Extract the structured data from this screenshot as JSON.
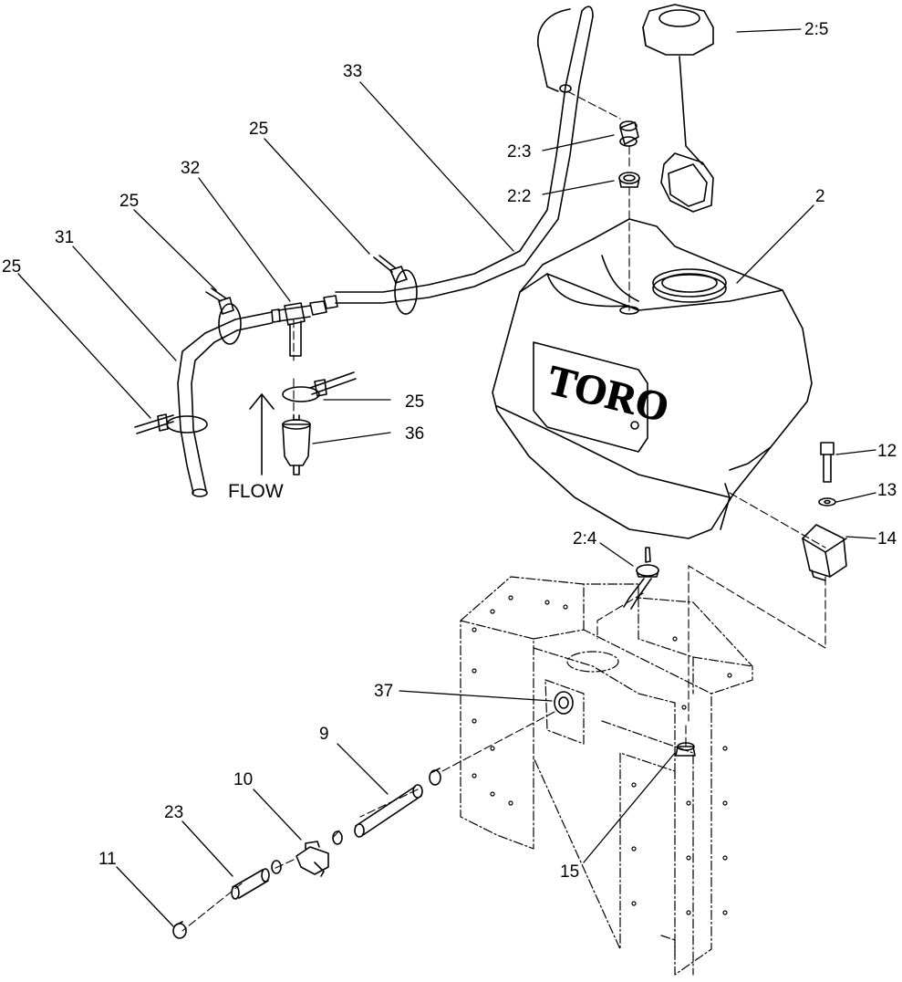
{
  "diagram": {
    "flow_label": "FLOW",
    "tank_logo": "TORO",
    "callouts": {
      "c1": "2:5",
      "c2": "33",
      "c3": "2:3",
      "c4": "25",
      "c5": "32",
      "c6": "2:2",
      "c7": "25",
      "c8": "2",
      "c9": "31",
      "c10": "25",
      "c11": "25",
      "c12": "36",
      "c13": "12",
      "c14": "13",
      "c15": "2:4",
      "c16": "14",
      "c17": "37",
      "c18": "9",
      "c19": "10",
      "c20": "23",
      "c21": "11",
      "c22": "15"
    }
  }
}
